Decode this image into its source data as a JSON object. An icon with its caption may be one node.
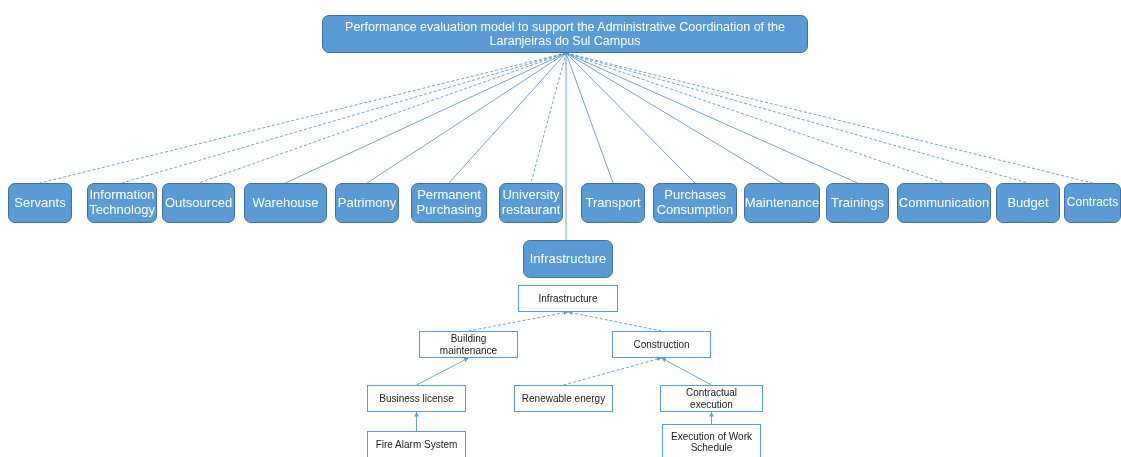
{
  "diagram": {
    "nodes": [
      {
        "text": [
          "Performance evaluation model to support the Administrative Coordination of the Laranjeiras do Sul Campus"
        ]
      },
      {
        "text": [
          "Servants"
        ]
      },
      {
        "text": [
          "Information Technology"
        ]
      },
      {
        "text": [
          "Outsourced"
        ]
      },
      {
        "text": [
          "Warehouse"
        ]
      },
      {
        "text": [
          "Patrimony"
        ]
      },
      {
        "text": [
          "Permanent Purchasing"
        ]
      },
      {
        "text": [
          "University restaurant"
        ]
      },
      {
        "text": [
          "Transport"
        ]
      },
      {
        "text": [
          "Purchases Consumption"
        ]
      },
      {
        "text": [
          "Maintenance"
        ]
      },
      {
        "text": [
          "Trainings"
        ]
      },
      {
        "text": [
          "Communication"
        ]
      },
      {
        "text": [
          "Budget"
        ]
      },
      {
        "text": [
          "Contracts"
        ]
      },
      {
        "text": [
          "Infrastructure"
        ]
      },
      {
        "text": [
          "Infrastructure"
        ]
      },
      {
        "text": [
          "Building maintenance"
        ]
      },
      {
        "text": [
          "Construction"
        ]
      },
      {
        "text": [
          "Business license"
        ]
      },
      {
        "text": [
          "Renewable energy"
        ]
      },
      {
        "text": [
          "Contractual execution"
        ]
      },
      {
        "text": [
          "Fire Alarm System"
        ]
      },
      {
        "text": [
          "Execution of Work Schedule"
        ]
      }
    ],
    "edges": [
      {
        "from": 0,
        "to": 1,
        "arrow": "none",
        "style": "dashed"
      },
      {
        "from": 0,
        "to": 2,
        "arrow": "none",
        "style": "dashed"
      },
      {
        "from": 0,
        "to": 3,
        "arrow": "none",
        "style": "dashed"
      },
      {
        "from": 0,
        "to": 4,
        "arrow": "none"
      },
      {
        "from": 0,
        "to": 5,
        "arrow": "none"
      },
      {
        "from": 0,
        "to": 6,
        "arrow": "none"
      },
      {
        "from": 0,
        "to": 7,
        "arrow": "none",
        "style": "dashed"
      },
      {
        "from": 0,
        "to": 8,
        "arrow": "none"
      },
      {
        "from": 0,
        "to": 9,
        "arrow": "none"
      },
      {
        "from": 0,
        "to": 10,
        "arrow": "none"
      },
      {
        "from": 0,
        "to": 11,
        "arrow": "none"
      },
      {
        "from": 0,
        "to": 12,
        "arrow": "none",
        "style": "dashed"
      },
      {
        "from": 0,
        "to": 13,
        "arrow": "none",
        "style": "dashed"
      },
      {
        "from": 0,
        "to": 14,
        "arrow": "none",
        "style": "dashed"
      },
      {
        "from": 0,
        "to": 15,
        "arrow": "none"
      },
      {
        "from": 17,
        "to": 16,
        "arrow": "to",
        "style": "dashed"
      },
      {
        "from": 18,
        "to": 16,
        "arrow": "to",
        "style": "dashed"
      },
      {
        "from": 19,
        "to": 17,
        "arrow": "to"
      },
      {
        "from": 20,
        "to": 18,
        "arrow": "to",
        "style": "dashed"
      },
      {
        "from": 21,
        "to": 18,
        "arrow": "to"
      },
      {
        "from": 22,
        "to": 19,
        "arrow": "to"
      },
      {
        "from": 23,
        "to": 21,
        "arrow": "to"
      }
    ]
  }
}
